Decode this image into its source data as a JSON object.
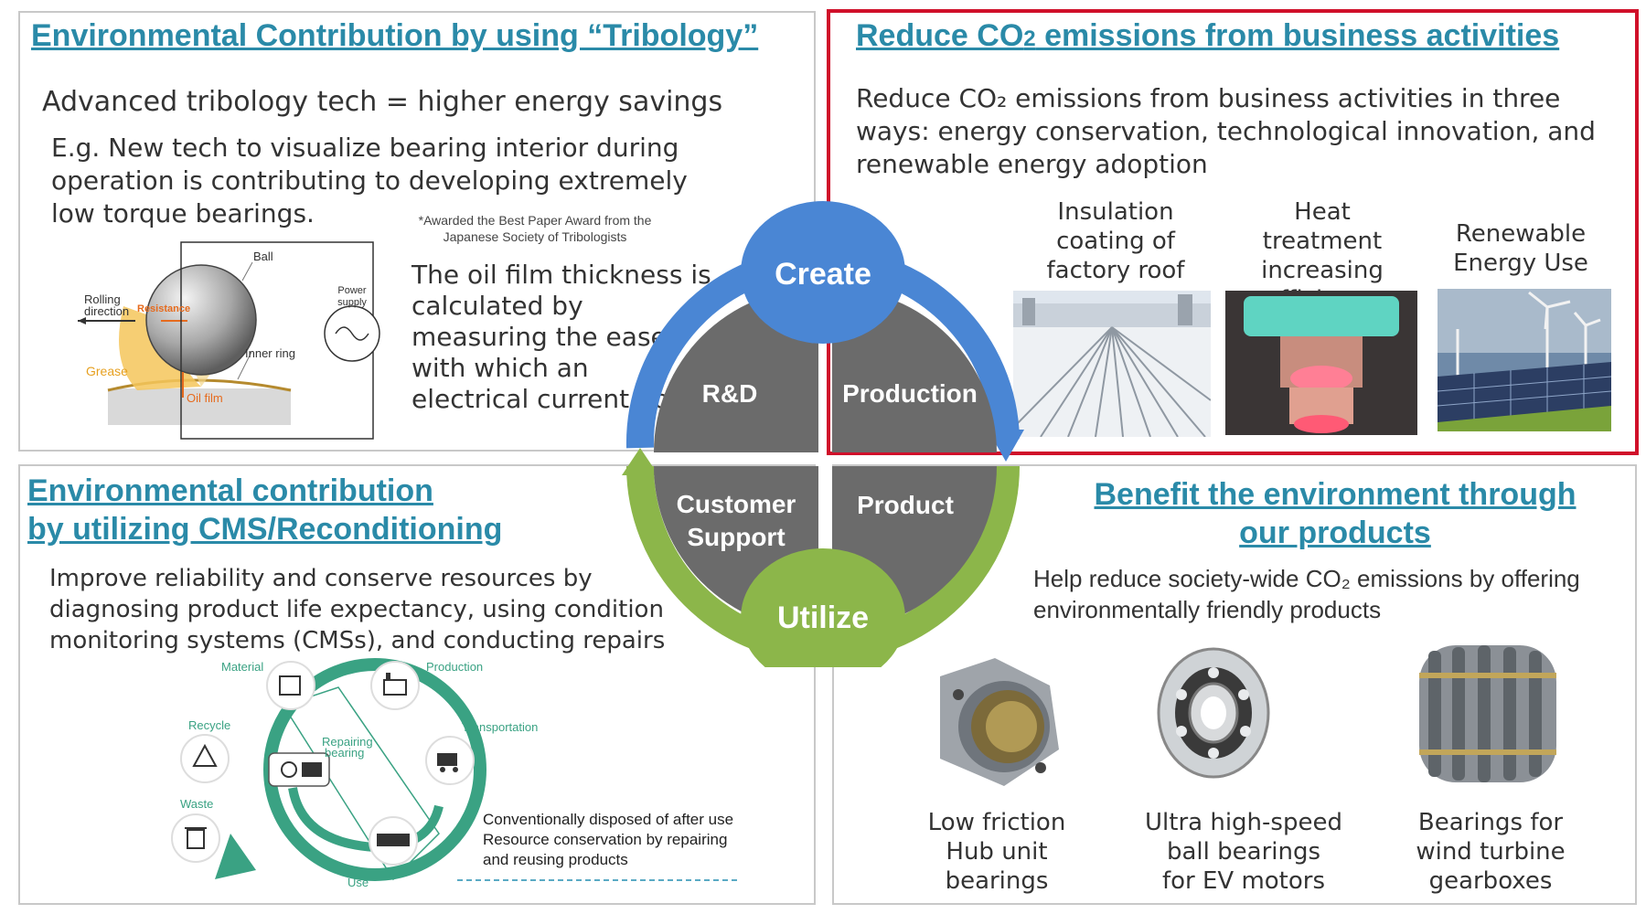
{
  "colors": {
    "title": "#2a8aa8",
    "red_border": "#d0102a",
    "blue": "#4a86d4",
    "green": "#8cb64a",
    "gray": "#6b6b6b",
    "teal": "#3aa283"
  },
  "tl": {
    "title": "Environmental Contribution by using “Tribology”",
    "subtitle": "Advanced tribology tech = higher energy savings",
    "body": "E.g. New tech to visualize bearing interior during operation is contributing to developing extremely low torque bearings.",
    "award_line1": "*Awarded the Best Paper Award from the",
    "award_line2": "Japanese Society of Tribologists",
    "oil_text": "The oil film thickness is calculated by measuring the ease with which an electrical current flows.",
    "diagram": {
      "ball": "Ball",
      "rolling1": "Rolling",
      "rolling2": "direction",
      "resistance": "Resistance",
      "grease": "Grease",
      "inner_ring": "Inner ring",
      "oil_film": "Oil film",
      "power1": "Power",
      "power2": "supply"
    }
  },
  "tr": {
    "title_pre": "Reduce CO",
    "title_sub": "2",
    "title_post": " emissions from business activities",
    "body": "Reduce CO₂ emissions from business activities in three ways: energy conservation, technological innovation, and renewable energy adoption",
    "items": [
      {
        "caption": "Insulation coating of factory roof",
        "icon": "factory-roof-photo"
      },
      {
        "caption": "Heat treatment increasing efficiency",
        "icon": "heat-treatment-photo"
      },
      {
        "caption": "Renewable Energy Use",
        "icon": "solar-wind-photo"
      }
    ]
  },
  "bl": {
    "title_line1": "Environmental contribution",
    "title_line2": "by utilizing CMS/Reconditioning",
    "body": "Improve reliability and conserve resources by diagnosing product life expectancy, using condition monitoring systems (CMSs), and conducting repairs",
    "cycle": {
      "material": "Material",
      "production": "Production",
      "transportation": "Transportation",
      "use": "Use",
      "waste": "Waste",
      "recycle": "Recycle",
      "repair1": "Repairing",
      "repair2": "bearing"
    },
    "note1": "Conventionally disposed of after use",
    "note2": "Resource conservation by repairing",
    "note3": "and reusing products"
  },
  "br": {
    "title_line1": "Benefit the environment through",
    "title_line2": "our products",
    "body": "Help reduce society-wide CO₂ emissions by offering environmentally friendly products",
    "items": [
      {
        "line1": "Low friction",
        "line2": "Hub unit",
        "line3": "bearings",
        "icon": "hub-unit-bearing-photo"
      },
      {
        "line1": "Ultra high-speed",
        "line2": "ball bearings",
        "line3": "for EV motors",
        "icon": "ball-bearing-photo"
      },
      {
        "line1": "Bearings for",
        "line2": "wind turbine",
        "line3": "gearboxes",
        "icon": "roller-bearing-photo"
      }
    ]
  },
  "center": {
    "create": "Create",
    "utilize": "Utilize",
    "rnd": "R&D",
    "production": "Production",
    "customer1": "Customer",
    "customer2": "Support",
    "product": "Product"
  }
}
